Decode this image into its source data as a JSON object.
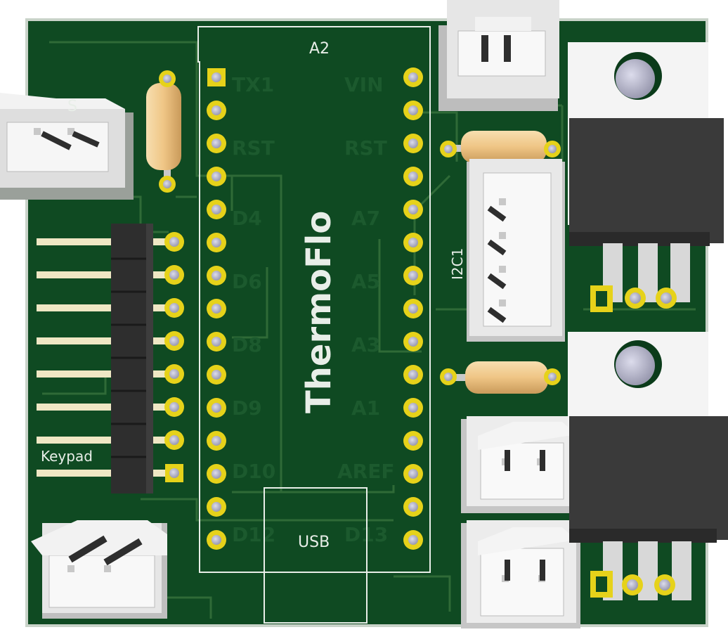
{
  "board": {
    "title": "ThermoFlo",
    "labels": {
      "module": "A2",
      "i2c": "I2C1",
      "usb": "USB",
      "keypad": "Keypad",
      "connector_s": "S"
    }
  },
  "colors": {
    "board": "#0f4a22",
    "board_edge": "#c9d3c9",
    "trace": "#2f6a37",
    "silkscreen": "#e8eee8",
    "pad_gold": "#e6d21a",
    "hole": "#b9b9cc",
    "header_black": "#2e2e2e",
    "pin_metal": "#efe7c4",
    "connector_white": "#eeeeee",
    "regulator_body": "#3a3a3a",
    "regulator_tab": "#f4f4f4",
    "resistor_body": "#f0c98a"
  }
}
